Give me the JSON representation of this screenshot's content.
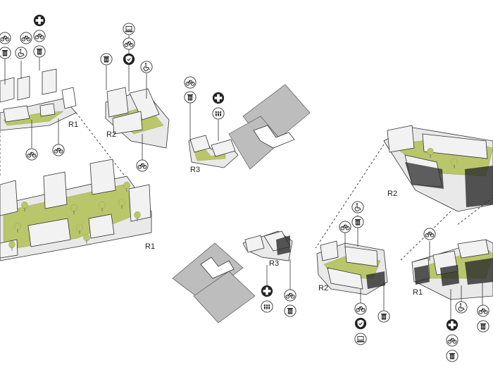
{
  "labels": {
    "r1_top_left": "R1",
    "r2_top": "R2",
    "r3_top": "R3",
    "r1_large_left": "R1",
    "r2_right_large": "R2",
    "r3_bottom": "R3",
    "r2_bottom": "R2",
    "r1_bottom_right": "R1"
  },
  "icons": {
    "health": "medical-cross-icon",
    "bike": "bicycle-icon",
    "waste": "trash-bin-icon",
    "accessible": "wheelchair-icon",
    "security": "shield-icon",
    "computer": "computer-icon",
    "community": "people-icon"
  },
  "colors": {
    "greenery": "#b9c76a",
    "building": "#f2f2f2",
    "outline": "#333333",
    "plaza": "#bdbdbd"
  }
}
